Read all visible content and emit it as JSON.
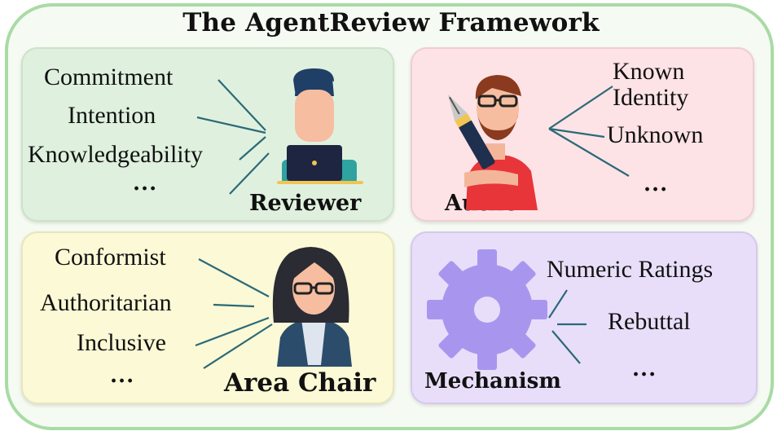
{
  "title": "The AgentReview Framework",
  "colors": {
    "frame_border": "#a9dba5",
    "reviewer_panel": "#dff1de",
    "author_panel": "#fde3e6",
    "area_chair_panel": "#fbf9d6",
    "mechanism_panel": "#e9defa",
    "connector_line": "#2b6a78",
    "gear": "#a896ee"
  },
  "panels": {
    "reviewer": {
      "role": "Reviewer",
      "icon": "reviewer-with-laptop-icon",
      "attributes": [
        "Commitment",
        "Intention",
        "Knowledgeability"
      ],
      "ellipsis": "..."
    },
    "author": {
      "role": "Author",
      "icon": "author-with-pen-icon",
      "attributes": [
        "Known Identity",
        "Unknown"
      ],
      "ellipsis": "..."
    },
    "area_chair": {
      "role": "Area Chair",
      "icon": "area-chair-woman-icon",
      "attributes": [
        "Conformist",
        "Authoritarian",
        "Inclusive"
      ],
      "ellipsis": "..."
    },
    "mechanism": {
      "role": "Mechanism",
      "icon": "gear-icon",
      "attributes": [
        "Numeric Ratings",
        "Rebuttal"
      ],
      "ellipsis": "..."
    }
  }
}
